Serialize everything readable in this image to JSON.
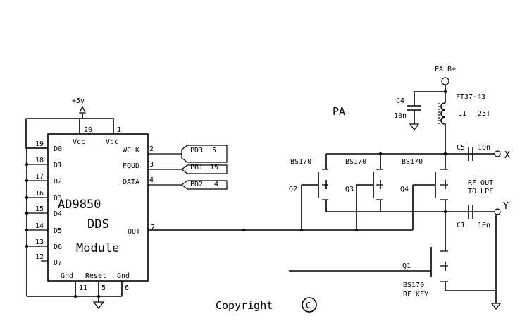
{
  "chip": {
    "name_line1": "AD9850",
    "name_line2": "DDS",
    "name_line3": "Module",
    "pins_left": [
      {
        "num": "19",
        "label": "D0"
      },
      {
        "num": "18",
        "label": "D1"
      },
      {
        "num": "17",
        "label": "D2"
      },
      {
        "num": "16",
        "label": "D3"
      },
      {
        "num": "15",
        "label": "D4"
      },
      {
        "num": "14",
        "label": "D5"
      },
      {
        "num": "13",
        "label": "D6"
      },
      {
        "num": "12",
        "label": "D7"
      }
    ],
    "pins_right": [
      {
        "num": "2",
        "label": "WCLK"
      },
      {
        "num": "3",
        "label": "FQUD"
      },
      {
        "num": "4",
        "label": "DATA"
      },
      {
        "num": "7",
        "label": "OUT"
      }
    ],
    "top_pins": [
      {
        "num": "20",
        "label": "Vcc"
      },
      {
        "num": "1",
        "label": "Vcc"
      }
    ],
    "bottom_pins": [
      {
        "num": "11",
        "label": "Gnd"
      },
      {
        "num": "5",
        "label": "Reset"
      },
      {
        "num": "6",
        "label": "Gnd"
      }
    ]
  },
  "supply_label": "+5v",
  "ports": [
    {
      "name": "PD3",
      "pin": "5"
    },
    {
      "name": "PB1",
      "pin": "15"
    },
    {
      "name": "PD2",
      "pin": "4"
    }
  ],
  "pa": {
    "title": "PA",
    "supply": "PA B+",
    "toroid": "FT37-43",
    "inductor": "L1",
    "turns": "25T",
    "c4": "C4",
    "c4_value": "10n",
    "c5": "C5",
    "c5_value": "10n",
    "c1": "C1",
    "c1_value": "10n",
    "node_x": "X",
    "node_y": "Y",
    "rf_out_line1": "RF OUT",
    "rf_out_line2": "TO LPF",
    "transistors": [
      {
        "ref": "Q2",
        "part": "BS170"
      },
      {
        "ref": "Q3",
        "part": "BS170"
      },
      {
        "ref": "Q4",
        "part": "BS170"
      },
      {
        "ref": "Q1",
        "part": "BS170"
      }
    ],
    "q1_function": "RF KEY"
  },
  "copyright": "Copyright"
}
